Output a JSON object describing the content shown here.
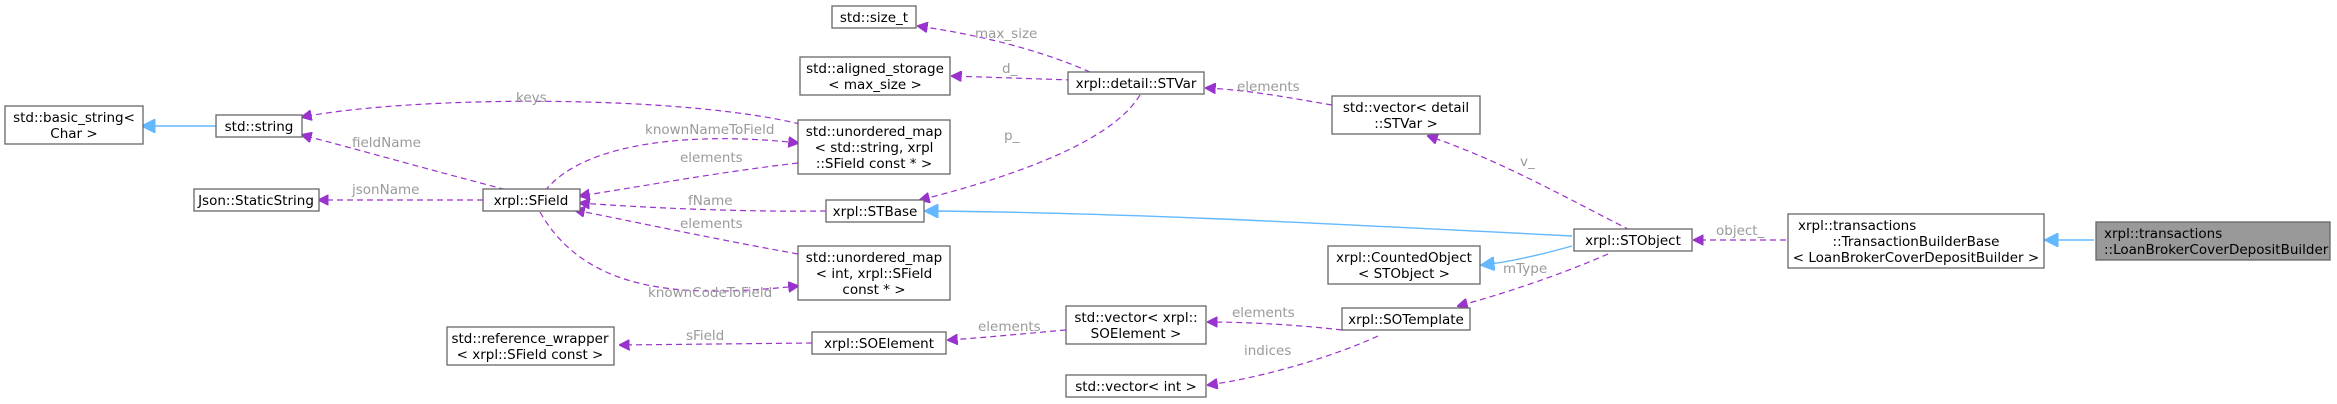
{
  "nodes": [
    {
      "id": "basic_string",
      "lines": [
        "std::basic_string<",
        "Char >"
      ]
    },
    {
      "id": "string",
      "lines": [
        "std::string"
      ]
    },
    {
      "id": "static_string",
      "lines": [
        "Json::StaticString"
      ]
    },
    {
      "id": "sfield",
      "lines": [
        "xrpl::SField"
      ]
    },
    {
      "id": "reference_wrapper",
      "lines": [
        "std::reference_wrapper",
        "< xrpl::SField const >"
      ]
    },
    {
      "id": "size_t",
      "lines": [
        "std::size_t"
      ]
    },
    {
      "id": "aligned_storage",
      "lines": [
        "std::aligned_storage",
        "< max_size >"
      ]
    },
    {
      "id": "umap_string",
      "lines": [
        "std::unordered_map",
        "< std::string, xrpl",
        "::SField const * >"
      ]
    },
    {
      "id": "stbase",
      "lines": [
        "xrpl::STBase"
      ]
    },
    {
      "id": "umap_int",
      "lines": [
        "std::unordered_map",
        "< int, xrpl::SField",
        "const * >"
      ]
    },
    {
      "id": "soelement",
      "lines": [
        "xrpl::SOElement"
      ]
    },
    {
      "id": "stvar",
      "lines": [
        "xrpl::detail::STVar"
      ]
    },
    {
      "id": "vector_soelement",
      "lines": [
        "std::vector< xrpl::",
        "SOElement >"
      ]
    },
    {
      "id": "vector_int",
      "lines": [
        "std::vector< int >"
      ]
    },
    {
      "id": "vector_stvar",
      "lines": [
        "std::vector< detail",
        "::STVar >"
      ]
    },
    {
      "id": "counted_object",
      "lines": [
        "xrpl::CountedObject",
        "< STObject >"
      ]
    },
    {
      "id": "sotemplate",
      "lines": [
        "xrpl::SOTemplate"
      ]
    },
    {
      "id": "stobject",
      "lines": [
        "xrpl::STObject"
      ]
    },
    {
      "id": "tx_builder_base",
      "lines": [
        "xrpl::transactions",
        "::TransactionBuilderBase",
        "< LoanBrokerCoverDepositBuilder >"
      ]
    },
    {
      "id": "loan_builder",
      "lines": [
        "xrpl::transactions",
        "::LoanBrokerCoverDepositBuilder"
      ]
    }
  ],
  "edges": [
    {
      "id": "basic_string_to_string",
      "kind": "inheritance",
      "label": ""
    },
    {
      "id": "string_to_umap_keys",
      "kind": "usage",
      "label": "keys"
    },
    {
      "id": "string_to_sfield_fieldname",
      "kind": "usage",
      "label": "fieldName"
    },
    {
      "id": "static_string_to_sfield",
      "kind": "usage",
      "label": "jsonName"
    },
    {
      "id": "sfield_to_umap_string",
      "kind": "usage",
      "label": "knownNameToField"
    },
    {
      "id": "umap_string_to_sfield",
      "kind": "usage",
      "label": "elements"
    },
    {
      "id": "sfield_to_stbase",
      "kind": "usage",
      "label": "fName"
    },
    {
      "id": "umap_int_to_sfield",
      "kind": "usage",
      "label": "elements"
    },
    {
      "id": "sfield_to_umap_int",
      "kind": "usage",
      "label": "knownCodeToField"
    },
    {
      "id": "reference_wrapper_to_soelement",
      "kind": "usage",
      "label": "sField"
    },
    {
      "id": "size_t_to_stvar",
      "kind": "usage",
      "label": "max_size"
    },
    {
      "id": "aligned_storage_to_stvar",
      "kind": "usage",
      "label": "d_"
    },
    {
      "id": "stbase_to_stvar",
      "kind": "usage",
      "label": "p_"
    },
    {
      "id": "stvar_to_vector_stvar",
      "kind": "usage",
      "label": "elements"
    },
    {
      "id": "soelement_to_vector_soelement",
      "kind": "usage",
      "label": "elements"
    },
    {
      "id": "vector_soelement_to_sotemplate",
      "kind": "usage",
      "label": "elements"
    },
    {
      "id": "vector_int_to_sotemplate",
      "kind": "usage",
      "label": "indices"
    },
    {
      "id": "vector_stvar_to_stobject",
      "kind": "usage",
      "label": "v_"
    },
    {
      "id": "stbase_to_stobject",
      "kind": "inheritance",
      "label": ""
    },
    {
      "id": "counted_object_to_stobject",
      "kind": "inheritance",
      "label": ""
    },
    {
      "id": "sotemplate_to_stobject",
      "kind": "usage",
      "label": "mType"
    },
    {
      "id": "stobject_to_tx_builder_base",
      "kind": "usage",
      "label": "object_"
    },
    {
      "id": "tx_builder_base_to_loan_builder",
      "kind": "inheritance",
      "label": ""
    }
  ],
  "colors": {
    "usage_edge": "#9a32cd",
    "inheritance_edge": "#63b8ff",
    "node_border": "#666666",
    "focus_fill": "#999999",
    "label_text": "#9a9a9a"
  }
}
